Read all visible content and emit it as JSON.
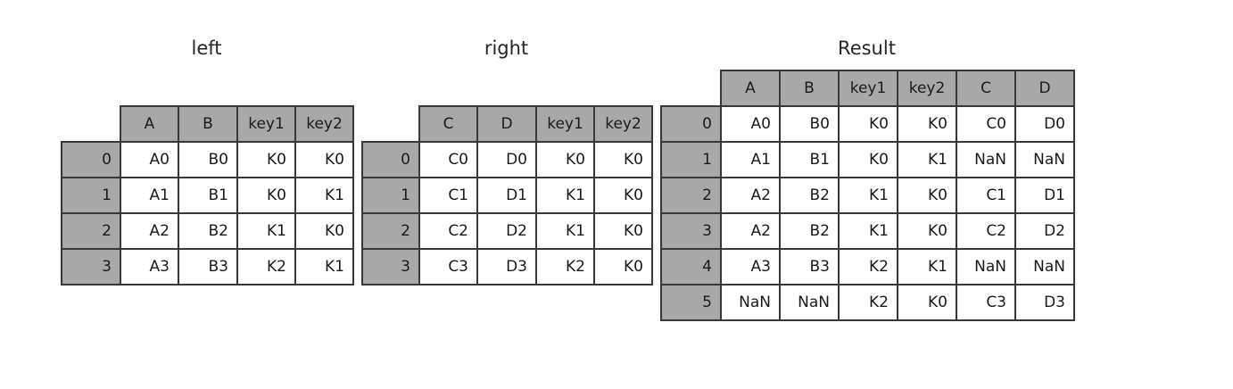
{
  "figure": {
    "background_color": "#ffffff",
    "header_fill_color": "#a8a8a8",
    "cell_fill_color": "#ffffff",
    "border_color": "#383838",
    "text_color": "#1a1a1a",
    "title_color": "#262626"
  },
  "panels": [
    {
      "key": "left",
      "title": "left",
      "index_header": "",
      "columns": [
        "A",
        "B",
        "key1",
        "key2"
      ],
      "index": [
        "0",
        "1",
        "2",
        "3"
      ],
      "rows": [
        [
          "A0",
          "B0",
          "K0",
          "K0"
        ],
        [
          "A1",
          "B1",
          "K0",
          "K1"
        ],
        [
          "A2",
          "B2",
          "K1",
          "K0"
        ],
        [
          "A3",
          "B3",
          "K2",
          "K1"
        ]
      ]
    },
    {
      "key": "right",
      "title": "right",
      "index_header": "",
      "columns": [
        "C",
        "D",
        "key1",
        "key2"
      ],
      "index": [
        "0",
        "1",
        "2",
        "3"
      ],
      "rows": [
        [
          "C0",
          "D0",
          "K0",
          "K0"
        ],
        [
          "C1",
          "D1",
          "K1",
          "K0"
        ],
        [
          "C2",
          "D2",
          "K1",
          "K0"
        ],
        [
          "C3",
          "D3",
          "K2",
          "K0"
        ]
      ]
    },
    {
      "key": "result",
      "title": "Result",
      "index_header": "",
      "columns": [
        "A",
        "B",
        "key1",
        "key2",
        "C",
        "D"
      ],
      "index": [
        "0",
        "1",
        "2",
        "3",
        "4",
        "5"
      ],
      "rows": [
        [
          "A0",
          "B0",
          "K0",
          "K0",
          "C0",
          "D0"
        ],
        [
          "A1",
          "B1",
          "K0",
          "K1",
          "NaN",
          "NaN"
        ],
        [
          "A2",
          "B2",
          "K1",
          "K0",
          "C1",
          "D1"
        ],
        [
          "A2",
          "B2",
          "K1",
          "K0",
          "C2",
          "D2"
        ],
        [
          "A3",
          "B3",
          "K2",
          "K1",
          "NaN",
          "NaN"
        ],
        [
          "NaN",
          "NaN",
          "K2",
          "K0",
          "C3",
          "D3"
        ]
      ]
    }
  ]
}
